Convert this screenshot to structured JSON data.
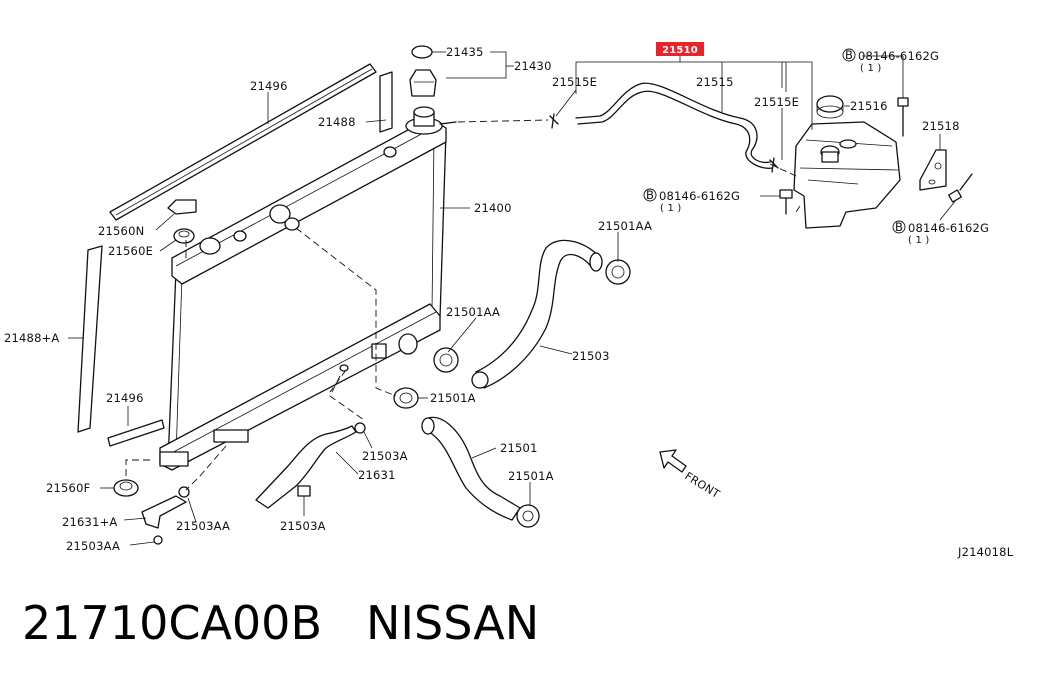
{
  "labels": {
    "p21435": "21435",
    "p21430": "21430",
    "highlight": "21510",
    "p21496_top": "21496",
    "p21488": "21488",
    "p21515E_left": "21515E",
    "p21515": "21515",
    "p21515E_right": "21515E",
    "p21516": "21516",
    "bolt_top": "08146-6162G",
    "bolt_top_qty": "( 1 )",
    "p21518": "21518",
    "bolt_mid": "08146-6162G",
    "bolt_mid_qty": "( 1 )",
    "bolt_right": "08146-6162G",
    "bolt_right_qty": "( 1 )",
    "p21400": "21400",
    "p21560N": "21560N",
    "p21560E": "21560E",
    "p21501AA_top": "21501AA",
    "p21488A": "21488+A",
    "p21501AA_mid": "21501AA",
    "p21503": "21503",
    "p21501A_mid": "21501A",
    "p21496_bottom": "21496",
    "p21501": "21501",
    "p21503A_upper": "21503A",
    "p21631": "21631",
    "p21501A_bottom": "21501A",
    "p21560F": "21560F",
    "p21631A": "21631+A",
    "p21503AA_right": "21503AA",
    "p21503A_lower": "21503A",
    "p21503AA_left": "21503AA",
    "front": "FRONT",
    "bolt_symbol": "B",
    "diagram_code": "J214018L"
  },
  "footer": {
    "part_number": "21710CA00B",
    "brand": "NISSAN"
  },
  "colors": {
    "highlight": "#e8232a",
    "line": "#111111"
  }
}
